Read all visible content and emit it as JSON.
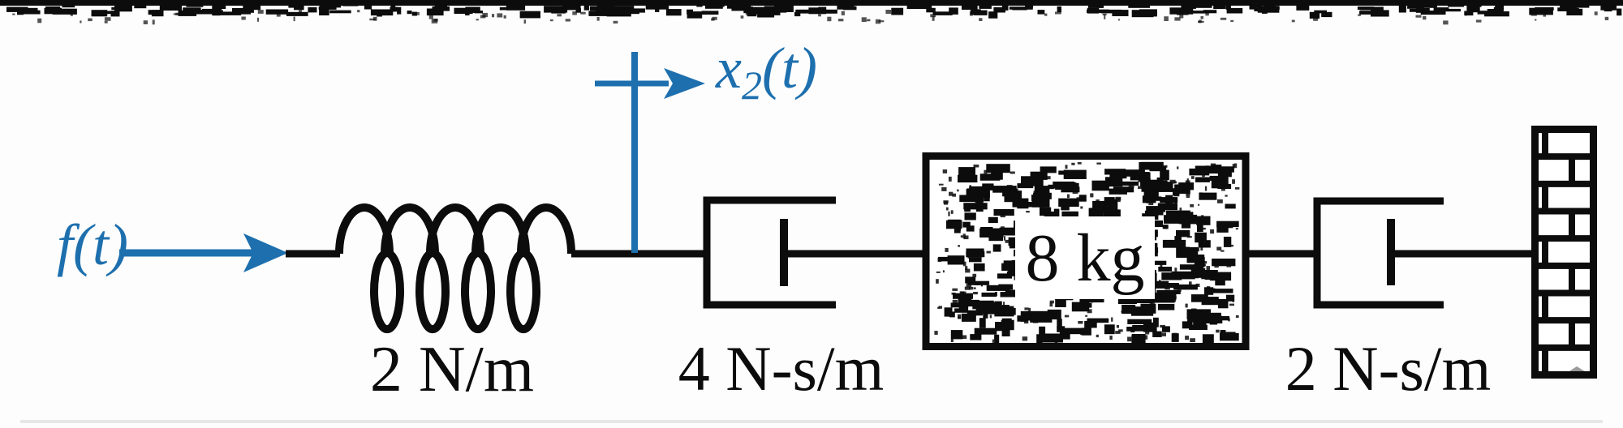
{
  "colors": {
    "accent": "#1d6fae",
    "ink": "#0c0c0c",
    "background": "#fdfdfd",
    "wall_shadow": "#9a9a9a",
    "bottom_band": "#d9d9d9"
  },
  "diagram": {
    "force_label": "f(t)",
    "displacement_label": {
      "base": "x",
      "sub": "2",
      "rest": "(t)"
    },
    "spring_label": "2 N/m",
    "damper1_label": "4 N-s/m",
    "mass_label": "8 kg",
    "damper2_label": "2 N-s/m"
  },
  "icons": {
    "force_arrow": "right-arrow",
    "displacement_arrow": "right-arrow-with-datum-cross",
    "spring": "coil-symbol",
    "damper1": "dashpot-symbol",
    "damper2": "dashpot-symbol",
    "mass": "stippled-block",
    "wall": "brick-wall"
  }
}
